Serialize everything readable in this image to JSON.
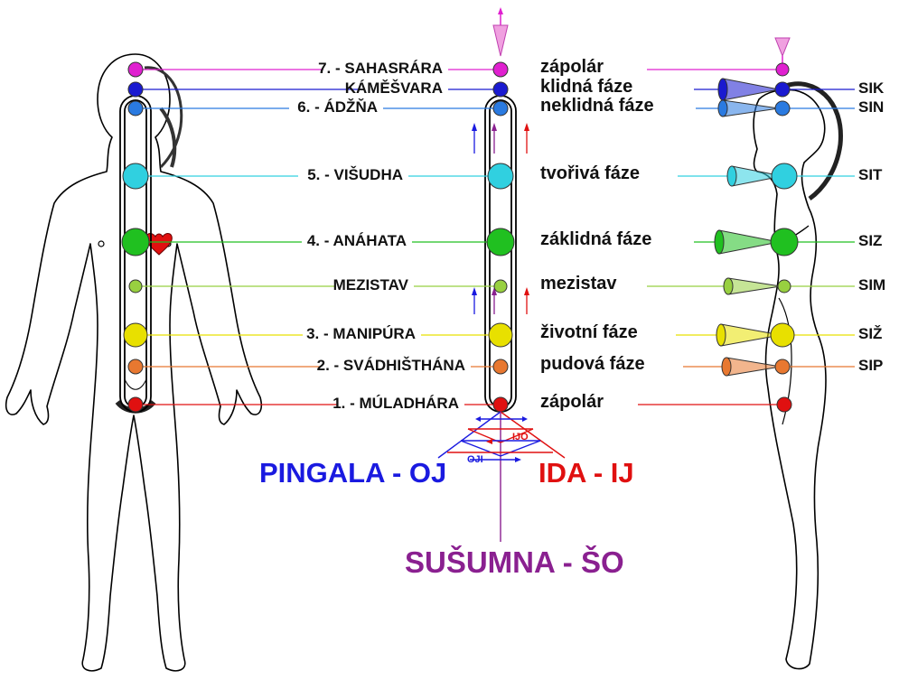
{
  "chakras": [
    {
      "id": "sahasrara",
      "name": "7. - SAHASRÁRA",
      "phase": "zápolár",
      "code": "",
      "color": "#e020d0"
    },
    {
      "id": "kamesvara",
      "name": "KÁMĚŠVARA",
      "phase": "klidná fáze",
      "code": "SIK",
      "color": "#1a1ad0"
    },
    {
      "id": "adzna",
      "name": "6. - ÁDŽŇA",
      "phase": "neklidná fáze",
      "code": "SIN",
      "color": "#2a7ae0"
    },
    {
      "id": "visudha",
      "name": "5. - VIŠUDHA",
      "phase": "tvořivá fáze",
      "code": "SIT",
      "color": "#30d0e0"
    },
    {
      "id": "anahata",
      "name": "4. - ANÁHATA",
      "phase": "záklidná fáze",
      "code": "SIZ",
      "color": "#20c020"
    },
    {
      "id": "mezistav",
      "name": "MEZISTAV",
      "phase": "mezistav",
      "code": "SIM",
      "color": "#98d040"
    },
    {
      "id": "manipura",
      "name": "3. - MANIPÚRA",
      "phase": "životní fáze",
      "code": "SIŽ",
      "color": "#e8e000"
    },
    {
      "id": "svadhisthana",
      "name": "2. - SVÁDHIŠTHÁNA",
      "phase": "pudová fáze",
      "code": "SIP",
      "color": "#e87830"
    },
    {
      "id": "muladhara",
      "name": "1. - MÚLADHÁRA",
      "phase": "zápolár",
      "code": "",
      "color": "#e01010"
    }
  ],
  "channels": {
    "pingala": {
      "label": "PINGALA - OJ",
      "color": "#1a1ae0"
    },
    "ida": {
      "label": "IDA - IJ",
      "color": "#e01010"
    },
    "susumna": {
      "label": "SUŠUMNA - ŠO",
      "color": "#8a2090"
    },
    "oji": "OJI",
    "ijo": "IJO"
  }
}
